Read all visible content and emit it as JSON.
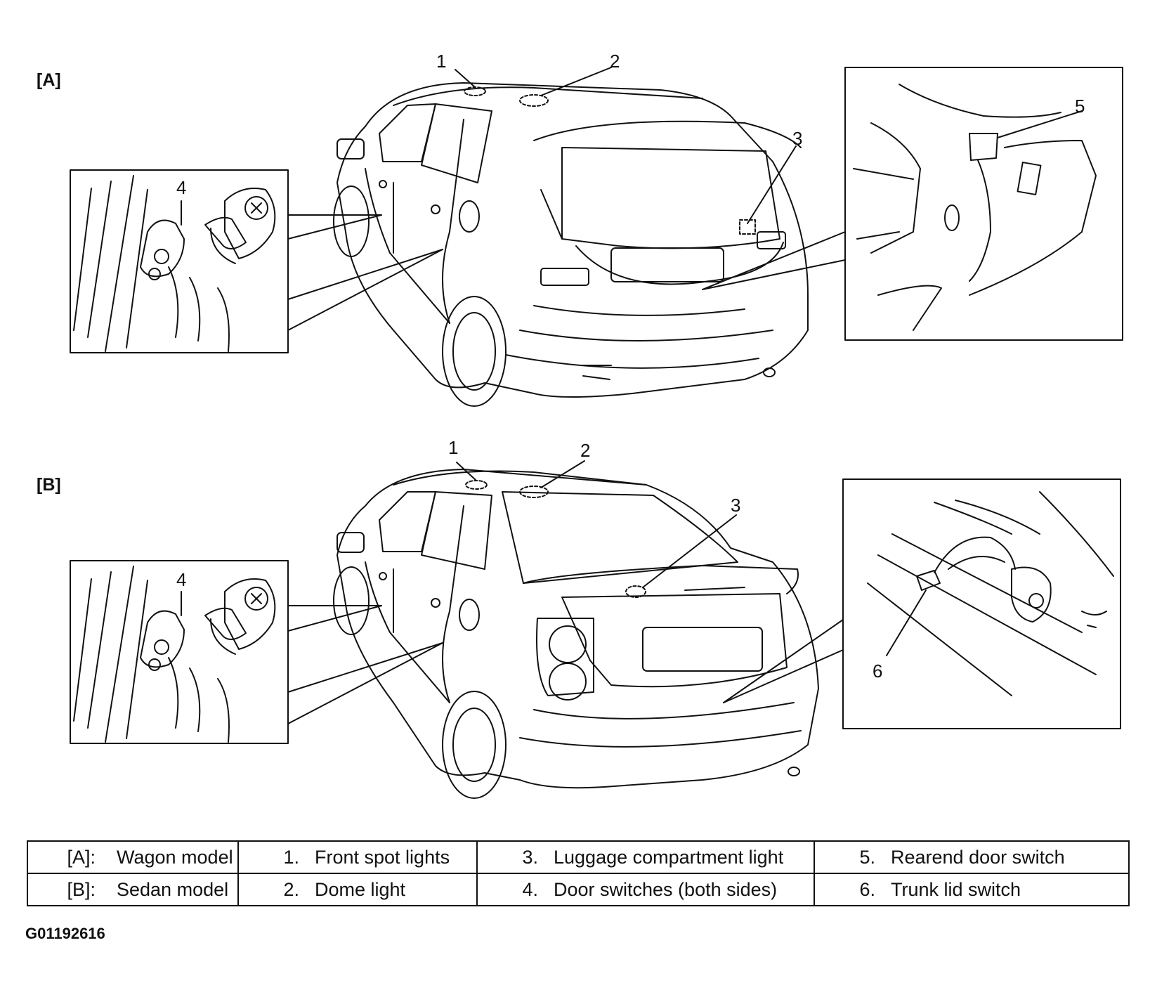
{
  "sections": [
    {
      "label": "[A]",
      "callouts": [
        "1",
        "2",
        "3",
        "4",
        "5"
      ]
    },
    {
      "label": "[B]",
      "callouts": [
        "1",
        "2",
        "3",
        "4",
        "6"
      ]
    }
  ],
  "legend": {
    "row1": {
      "col1_key": "[A]:",
      "col1_text": "Wagon model",
      "col2_num": "1.",
      "col2_text": "Front spot lights",
      "col3_num": "3.",
      "col3_text": "Luggage compartment light",
      "col4_num": "5.",
      "col4_text": "Rearend door switch"
    },
    "row2": {
      "col1_key": "[B]:",
      "col1_text": "Sedan model",
      "col2_num": "2.",
      "col2_text": "Dome light",
      "col3_num": "4.",
      "col3_text": "Door switches (both sides)",
      "col4_num": "6.",
      "col4_text": "Trunk lid switch"
    }
  },
  "figure_code": "G01192616"
}
